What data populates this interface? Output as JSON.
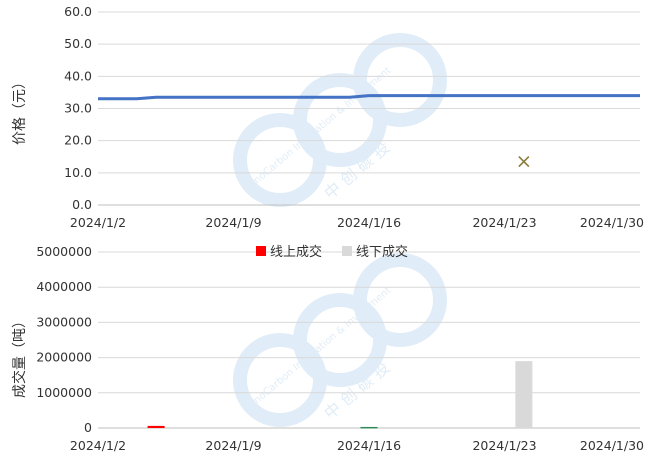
{
  "colors": {
    "price_line": "#4472C4",
    "marker": "#8B7D3A",
    "online_bar": "#FF0000",
    "offline_bar": "#D9D9D9",
    "small_bar": "#2E8B57",
    "grid": "#D9D9D9",
    "watermark": "#5B9BD5"
  },
  "watermark": {
    "text_en": "SinoCarbon Innovation & Investment",
    "text_cn": "中 创 碳 投"
  },
  "chart_data": [
    {
      "type": "line",
      "title": "",
      "ylabel": "价格（元）",
      "xlabel": "",
      "ylim": [
        0,
        60
      ],
      "yticks": [
        "0.0",
        "10.0",
        "20.0",
        "30.0",
        "40.0",
        "50.0",
        "60.0"
      ],
      "xtick_labels": [
        "2024/1/2",
        "2024/1/9",
        "2024/1/16",
        "2024/1/23",
        "2024/1/30"
      ],
      "grid": true,
      "series": [
        {
          "type": "line",
          "x": [
            "2024/1/2",
            "2024/1/3",
            "2024/1/4",
            "2024/1/5",
            "2024/1/6",
            "2024/1/7",
            "2024/1/8",
            "2024/1/9",
            "2024/1/10",
            "2024/1/11",
            "2024/1/12",
            "2024/1/13",
            "2024/1/14",
            "2024/1/15",
            "2024/1/16",
            "2024/1/17",
            "2024/1/18",
            "2024/1/19",
            "2024/1/20",
            "2024/1/21",
            "2024/1/22",
            "2024/1/23",
            "2024/1/24",
            "2024/1/25",
            "2024/1/26",
            "2024/1/27",
            "2024/1/28",
            "2024/1/29",
            "2024/1/30"
          ],
          "y": [
            33.0,
            33.0,
            33.0,
            33.5,
            33.5,
            33.5,
            33.5,
            33.5,
            33.5,
            33.5,
            33.5,
            33.5,
            33.5,
            33.5,
            34.0,
            34.0,
            34.0,
            34.0,
            34.0,
            34.0,
            34.0,
            34.0,
            34.0,
            34.0,
            34.0,
            34.0,
            34.0,
            34.0,
            34.0
          ]
        },
        {
          "type": "scatter",
          "marker": "x",
          "x": [
            "2024/1/24"
          ],
          "y": [
            13.5
          ]
        }
      ]
    },
    {
      "type": "bar",
      "title": "",
      "ylabel": "成交量（吨）",
      "xlabel": "",
      "ylim": [
        0,
        5000000
      ],
      "yticks": [
        "0",
        "1000000",
        "2000000",
        "3000000",
        "4000000",
        "5000000"
      ],
      "xtick_labels": [
        "2024/1/2",
        "2024/1/9",
        "2024/1/16",
        "2024/1/23",
        "2024/1/30"
      ],
      "grid": true,
      "legend_position": "top",
      "series": [
        {
          "name": "线上成交",
          "x": [
            "2024/1/5",
            "2024/1/16"
          ],
          "values": [
            60000,
            30000
          ]
        },
        {
          "name": "线下成交",
          "x": [
            "2024/1/24"
          ],
          "values": [
            1900000
          ]
        }
      ]
    }
  ]
}
